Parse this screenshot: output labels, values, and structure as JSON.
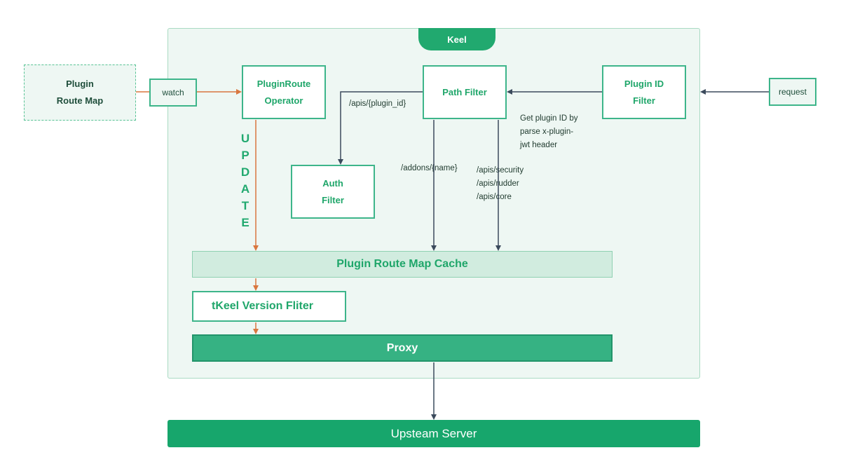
{
  "keel": {
    "title": "Keel"
  },
  "plugin_route_map": {
    "line1": "Plugin",
    "line2": "Route Map"
  },
  "watch": {
    "label": "watch"
  },
  "request": {
    "label": "request"
  },
  "operator": {
    "line1": "PluginRoute",
    "line2": "Operator"
  },
  "path_filter": {
    "label": "Path Filter"
  },
  "plugin_id_filter": {
    "line1": "Plugin ID",
    "line2": "Filter"
  },
  "auth_filter": {
    "line1": "Auth",
    "line2": "Filter"
  },
  "update": {
    "letters": [
      "U",
      "P",
      "D",
      "A",
      "T",
      "E"
    ]
  },
  "routes": {
    "plugin_id": "/apis/{plugin_id}",
    "addons": "/addons/{name}",
    "security": "/apis/security",
    "rudder": "/apis/rudder",
    "core": "/apis/core"
  },
  "note": {
    "line1": "Get plugin ID by",
    "line2": "parse x-plugin-",
    "line3": "jwt header"
  },
  "cache": {
    "label": "Plugin Route Map Cache"
  },
  "version_filter": {
    "label": "tKeel Version Fliter"
  },
  "proxy": {
    "label": "Proxy"
  },
  "upstream": {
    "label": "Upsteam Server"
  },
  "colors": {
    "accent": "#21a96f",
    "arrow_orange": "#d9773f",
    "arrow_dark": "#3b4a5c"
  }
}
